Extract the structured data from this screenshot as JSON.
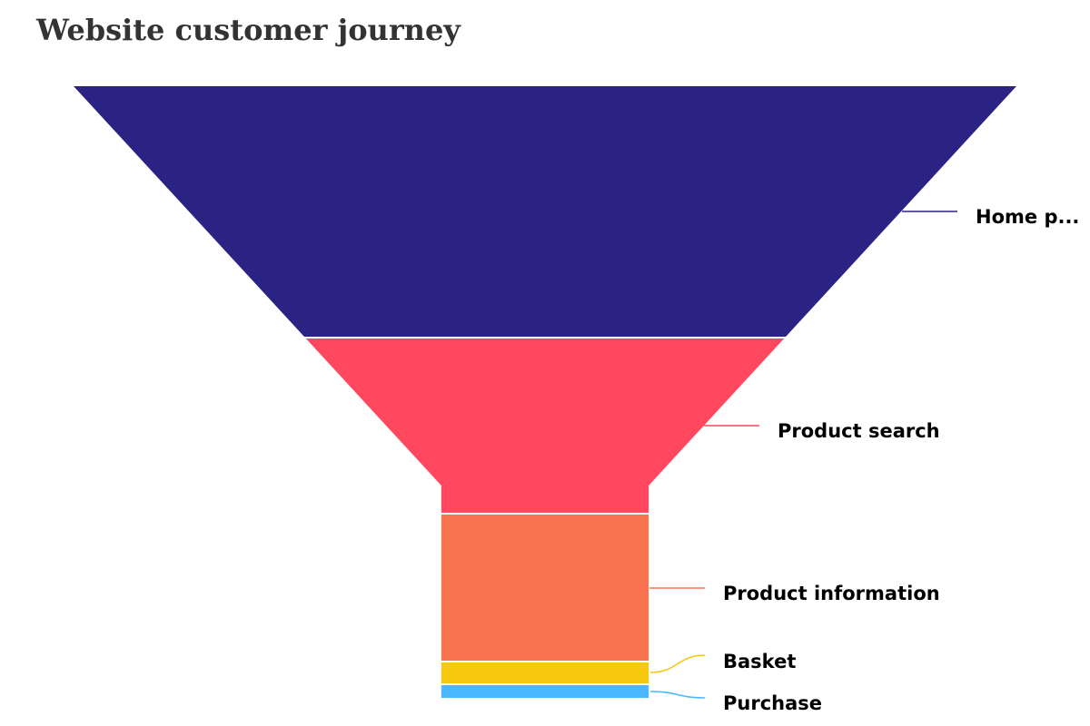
{
  "chart_data": {
    "type": "funnel",
    "title": "Website customer journey",
    "stages": [
      {
        "name": "Home p...",
        "color": "#2b2383"
      },
      {
        "name": "Product search",
        "color": "#ff475d"
      },
      {
        "name": "Product information",
        "color": "#f97350"
      },
      {
        "name": "Basket",
        "color": "#f6c90e"
      },
      {
        "name": "Purchase",
        "color": "#49b8ff"
      }
    ],
    "neck_width_fraction": 0.22
  }
}
